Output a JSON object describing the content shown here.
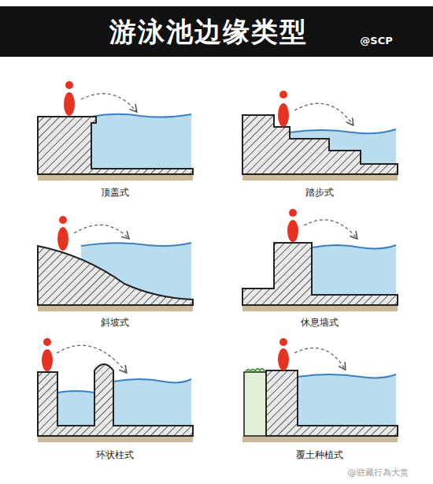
{
  "diagram": {
    "title": "游泳池边缘类型",
    "labels": [
      "@SCP",
      "顶盖式",
      "踏步式",
      "斜坡式",
      "休息墙式",
      "环状柱式",
      "覆土种植式",
      "@驻藏行為大赏"
    ]
  }
}
